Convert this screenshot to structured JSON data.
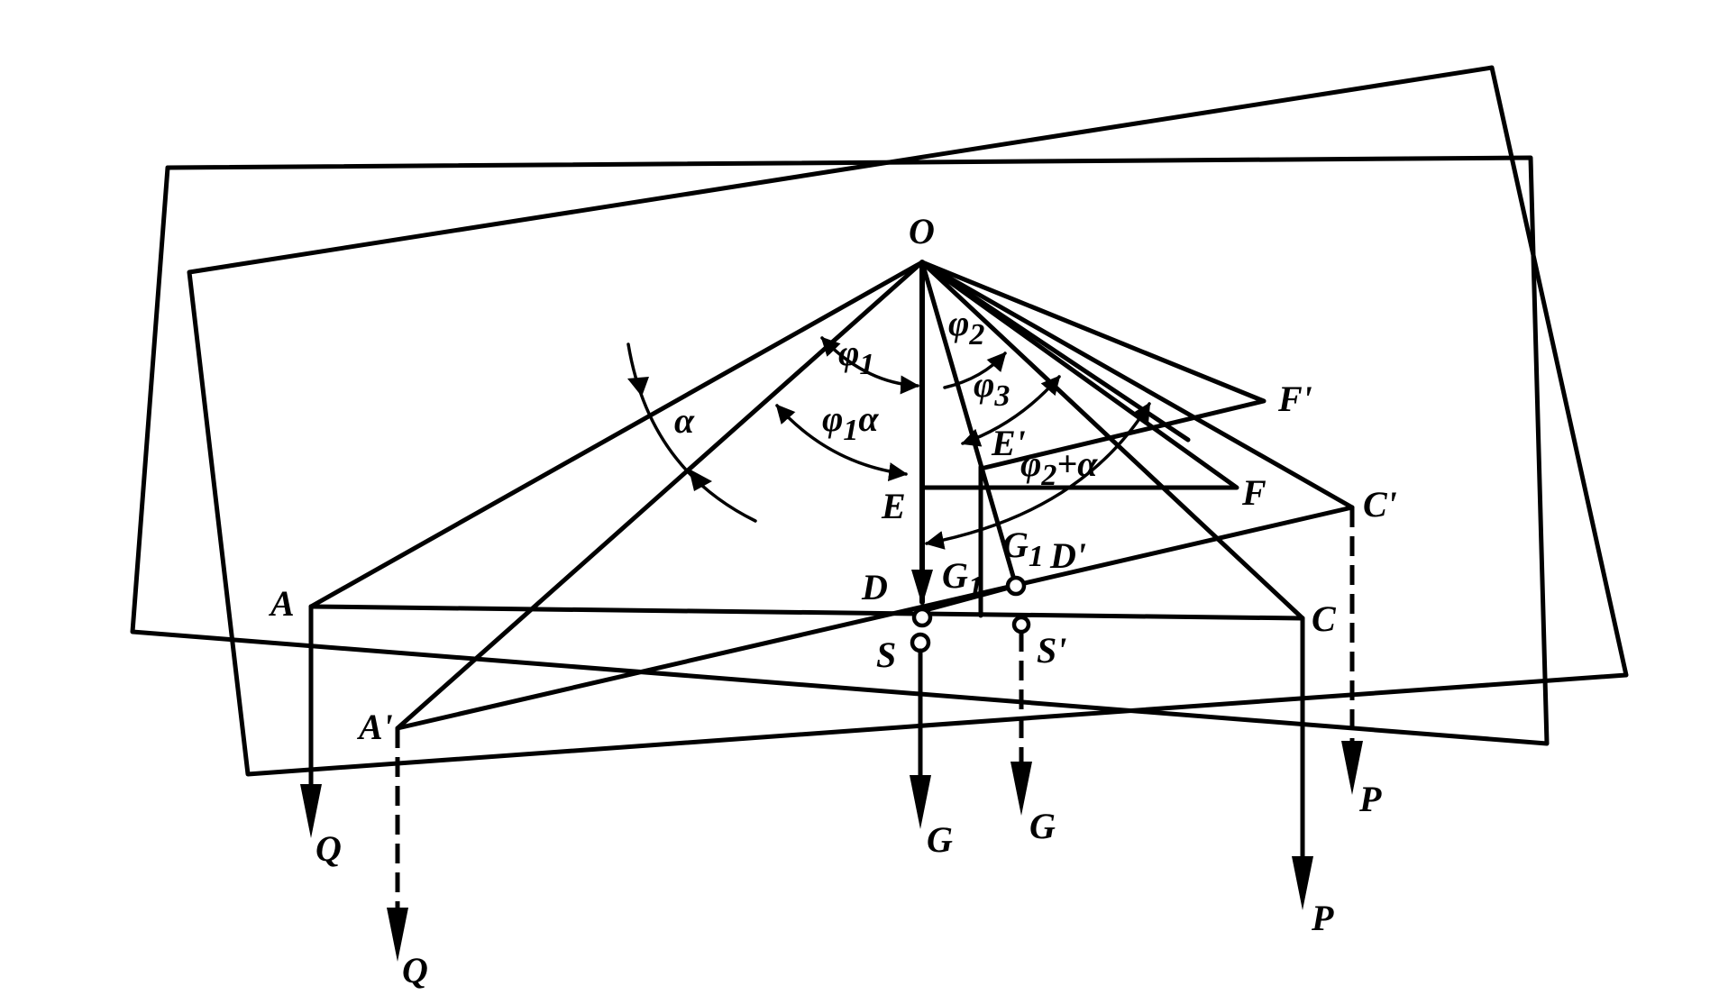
{
  "labels": {
    "O": "O",
    "A": "A",
    "A_prime": "A'",
    "C": "C",
    "C_prime": "C'",
    "D": "D",
    "D_prime": "D'",
    "E": "E",
    "E_prime": "E'",
    "F": "F",
    "F_prime": "F'",
    "S": "S",
    "S_prime": "S'",
    "G1": "G",
    "G1_sub": "1",
    "G1_right": "G",
    "G1_right_sub": "1",
    "Q_left": "Q",
    "Q_left_prime": "Q",
    "G_center": "G",
    "G_shifted": "G",
    "P_right": "P",
    "P_right_prime": "P",
    "phi1": "φ",
    "phi1_sub": "1",
    "phi2": "φ",
    "phi2_sub": "2",
    "phi3": "φ",
    "phi3_sub": "3",
    "phi1_alpha": "φ",
    "phi1_alpha_sub": "1",
    "phi1_alpha_suffix": "α",
    "phi2_alpha": "φ",
    "phi2_alpha_sub": "2",
    "phi2_alpha_suffix": "+α",
    "alpha": "α"
  }
}
